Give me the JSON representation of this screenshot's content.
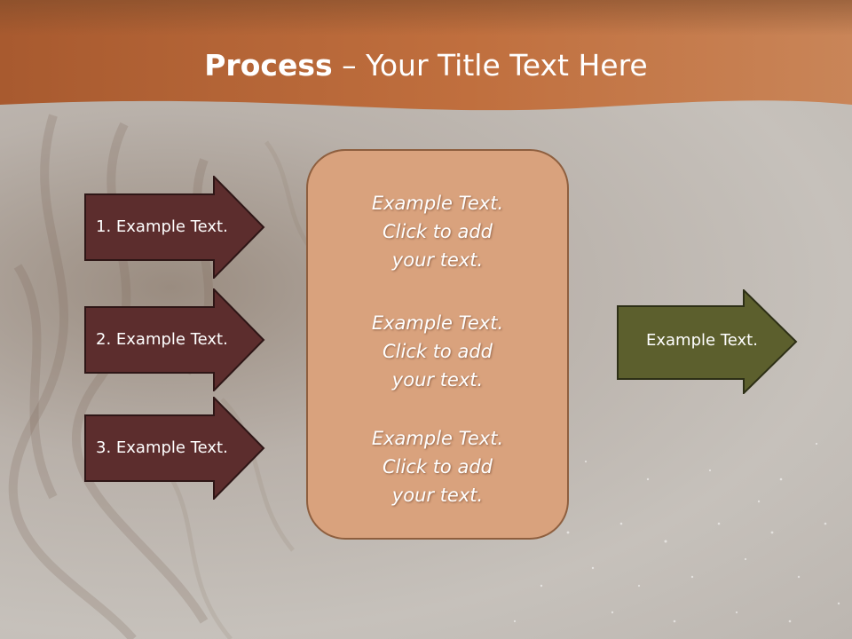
{
  "slide": {
    "title_bold": "Process",
    "title_rest": " – Your Title Text Here"
  },
  "left_arrows": [
    {
      "label": "1. Example Text."
    },
    {
      "label": "2. Example Text."
    },
    {
      "label": "3. Example Text."
    }
  ],
  "center_box": {
    "blocks": [
      {
        "lines": [
          "Example Text.",
          "Click  to add",
          "your text."
        ]
      },
      {
        "lines": [
          "Example Text.",
          "Click  to add",
          "your text."
        ]
      },
      {
        "lines": [
          "Example Text.",
          "Click  to add",
          "your text."
        ]
      }
    ]
  },
  "right_arrow": {
    "label": "Example Text."
  },
  "colors": {
    "header_band": "#b86a3c",
    "left_arrow_fill": "#5c2d2d",
    "center_box_fill": "#d9a27d",
    "right_arrow_fill": "#5c5f2d"
  }
}
